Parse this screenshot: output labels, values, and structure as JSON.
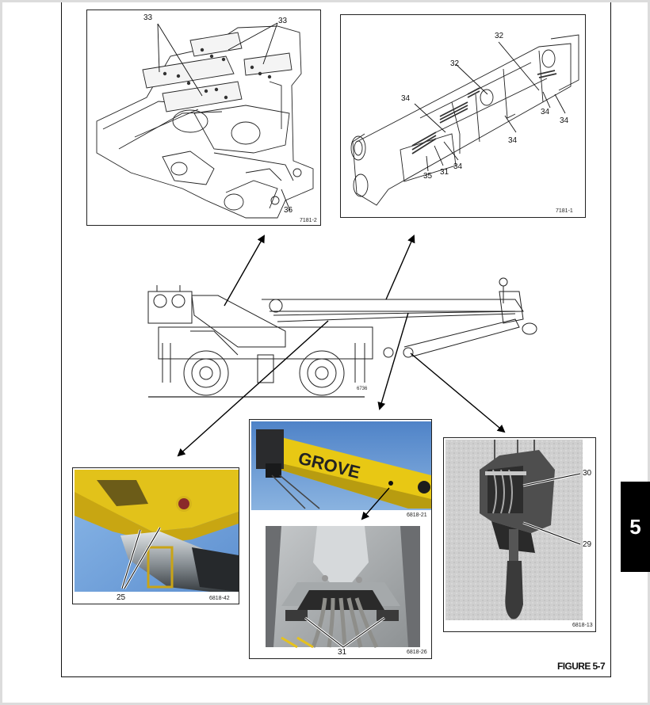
{
  "figure": {
    "label": "FIGURE 5-7",
    "chapter_tab": "5"
  },
  "panels": {
    "turntable_drawing": {
      "ref": "7181-2",
      "callouts": [
        "33",
        "33",
        "36"
      ]
    },
    "boom_drawing": {
      "ref": "7181-1",
      "callouts": [
        "32",
        "32",
        "34",
        "34",
        "34",
        "34",
        "34",
        "35",
        "31"
      ]
    },
    "crane_side_view": {
      "ref": "6736"
    },
    "lift_cylinder_photo": {
      "ref": "6818-42",
      "callouts": [
        "25"
      ]
    },
    "boom_photo": {
      "ref": "6818-21",
      "brand_text": "GROVE"
    },
    "boom_nose_photo": {
      "ref": "6818-26",
      "callouts": [
        "31"
      ]
    },
    "hook_block_photo": {
      "ref": "6818-13",
      "callouts": [
        "30",
        "29"
      ]
    }
  },
  "colors": {
    "crane_yellow": "#e8c814",
    "sky_blue": "#6f9fd8",
    "steel_gray": "#a9acad",
    "tab_black": "#000000"
  }
}
